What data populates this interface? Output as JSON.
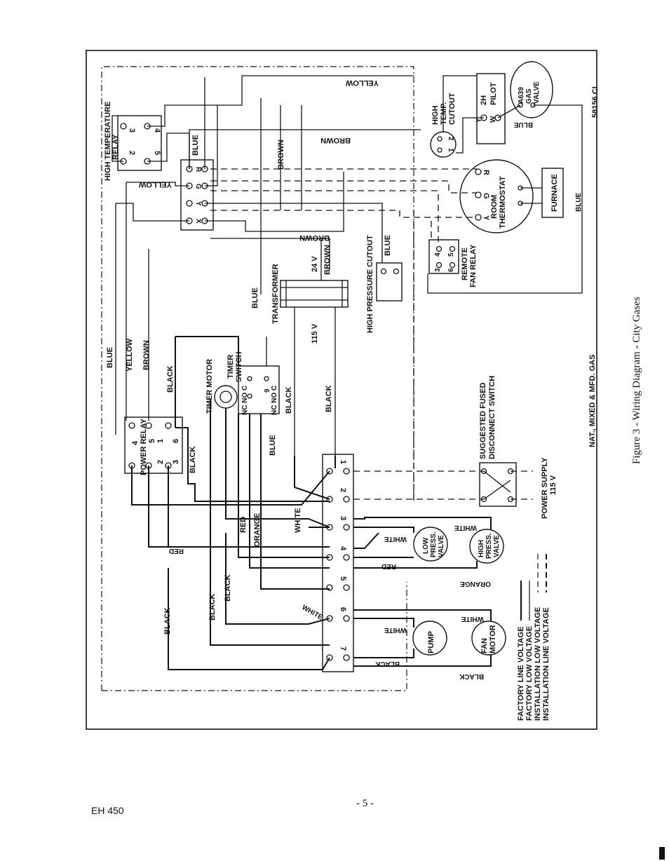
{
  "diagram": {
    "labels": {
      "yellow_top": "YELLOW",
      "high_temp_cutout": [
        "HIGH",
        "TEMP.",
        "CUTOUT"
      ],
      "pilot_2h": "2H",
      "pilot": "PILOT",
      "gas_valve": [
        "A639",
        "GAS",
        "VALVE"
      ],
      "blue_gasvalve": "BLUE",
      "drawing_id": "58156 CI",
      "high_temp_relay": [
        "HIGH TEMPERATURE",
        "RELAY"
      ],
      "blue_relay": "BLUE",
      "brown_upper": "BROWN",
      "yellow_relay": "YELLOW",
      "brown_mid": "BROWN",
      "brown_vertical": "BROWN",
      "room_thermostat": [
        "ROOM",
        "THERMOSTAT"
      ],
      "furnace": "FURNACE",
      "blue_right": "BLUE",
      "remote_fan_relay": [
        "REMOTE",
        "FAN RELAY"
      ],
      "high_pressure_cutout": "HIGH PRESSURE CUTOUT",
      "blue_hpc": "BLUE",
      "transformer": "TRANSFORMER",
      "v24": "24 V",
      "brown_transformer": "BROWN",
      "v115": "115 V",
      "blue_transformer": "BLUE",
      "blue_left": "BLUE",
      "yellow_left": "YELLOW",
      "brown_left": "BROWN",
      "black_power_relay": "BLACK",
      "timer_motor": "TIMER MOTOR",
      "timer_switch": [
        "TIMER",
        "SWITCH"
      ],
      "nc_no_c_1": "NC NO C",
      "nc_no_c_2": "NC NO C",
      "black_timer": "BLACK",
      "black_transformer": "BLACK",
      "power_relay": "POWER RELAY",
      "black_pr_right": "BLACK",
      "blue_timer_lower": "BLUE",
      "suggested_switch": [
        "SUGGESTED FUSED",
        "DISCONNECT SWITCH"
      ],
      "power_supply": [
        "POWER SUPPLY",
        "115 V"
      ],
      "nat_gas": "NAT., MIXED & MFD. GAS",
      "red_left": "RED",
      "red_mid": "RED",
      "orange_mid": "ORANGE",
      "white_left": "WHITE",
      "low_press_valve": [
        "LOW",
        "PRESS.",
        "VALVE"
      ],
      "high_press_valve": [
        "HIGH",
        "PRESS.",
        "VALVE"
      ],
      "white_lpv": "WHITE",
      "white_hpv": "WHITE",
      "red_lpv": "RED",
      "orange_lower": "ORANGE",
      "black_far_left": "BLACK",
      "black_left2": "BLACK",
      "black_left3": "BLACK",
      "white_diag": "WHITE",
      "pump": "PUMP",
      "fan_motor": [
        "FAN",
        "MOTOR"
      ],
      "white_pump": "WHITE",
      "white_fan": "WHITE",
      "black_pump": "BLACK",
      "black_fan": "BLACK"
    },
    "terminals": {
      "htr": [
        "3",
        "4",
        "2",
        "5"
      ],
      "thermo_block": [
        "R",
        "G",
        "Y",
        "X"
      ],
      "room_thermostat": [
        "R",
        "G",
        "Y"
      ],
      "pilot_terms": [
        "Y",
        "W"
      ],
      "htc_terms": [
        "2",
        "1"
      ],
      "fan_relay": [
        "3",
        "4",
        "6",
        "5"
      ],
      "power_relay": [
        "4",
        "5",
        "1",
        "6",
        "2",
        "3"
      ],
      "strip": [
        "1",
        "2",
        "3",
        "4",
        "5",
        "6",
        "7"
      ],
      "timer_switch": [
        "C",
        "C",
        "9"
      ]
    },
    "legend": [
      "FACTORY LINE VOLTAGE",
      "FACTORY LOW VOLTAGE",
      "INSTALLATION LOW VOLTAGE",
      "INSTALLATION LINE VOLTAGE"
    ]
  },
  "page": {
    "doc_id": "EH 450",
    "page_number": "- 5 -",
    "figure_caption": "Figure 3 - Wiring Diagram - City Gases"
  }
}
